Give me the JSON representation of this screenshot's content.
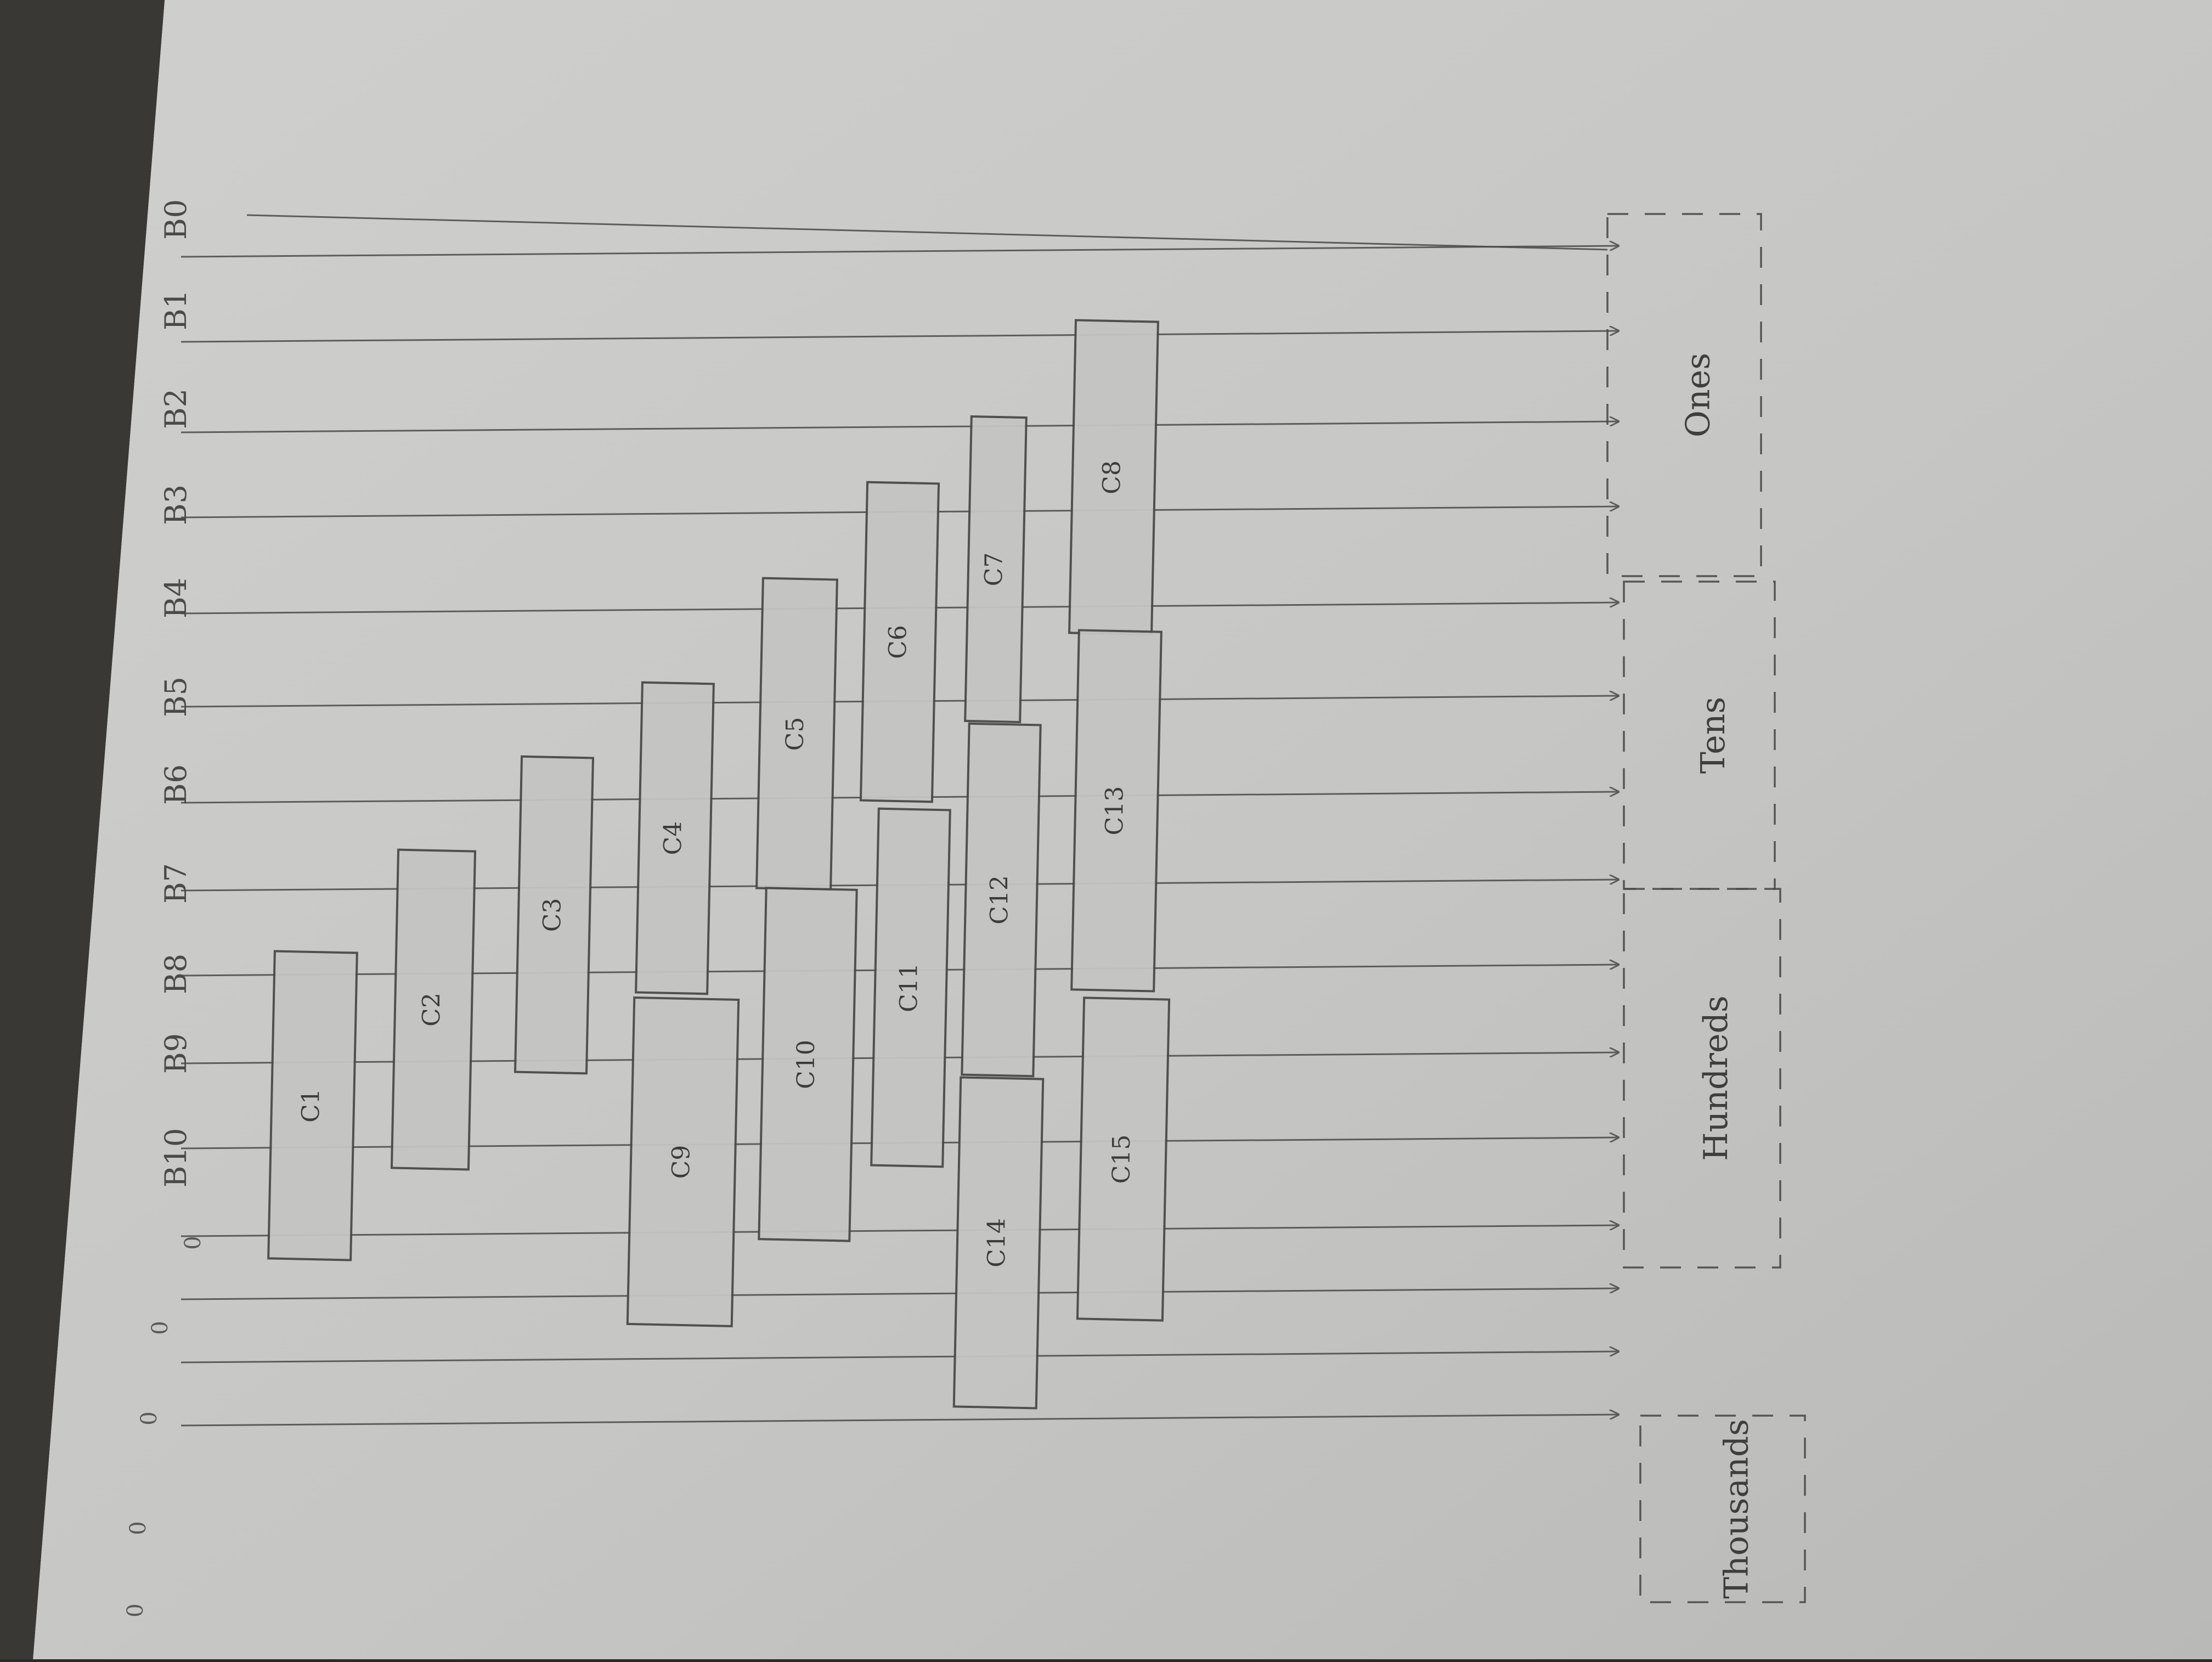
{
  "inputs": {
    "bits": [
      "B10",
      "B9",
      "B8",
      "B7",
      "B6",
      "B5",
      "B4",
      "B3",
      "B2",
      "B1",
      "B0"
    ],
    "zeros": [
      "0",
      "0",
      "0",
      "0",
      "0"
    ]
  },
  "cells": [
    "C1",
    "C2",
    "C3",
    "C4",
    "C5",
    "C6",
    "C7",
    "C8",
    "C9",
    "C10",
    "C11",
    "C12",
    "C13",
    "C14",
    "C15"
  ],
  "groups": {
    "thousands": "Thousands",
    "hundreds": "Hundreds",
    "tens": "Tens",
    "ones": "Ones"
  },
  "colors": {
    "paper": "#c9c9c7",
    "pencil": "#4a4a4a",
    "desk": "#2b2927"
  }
}
